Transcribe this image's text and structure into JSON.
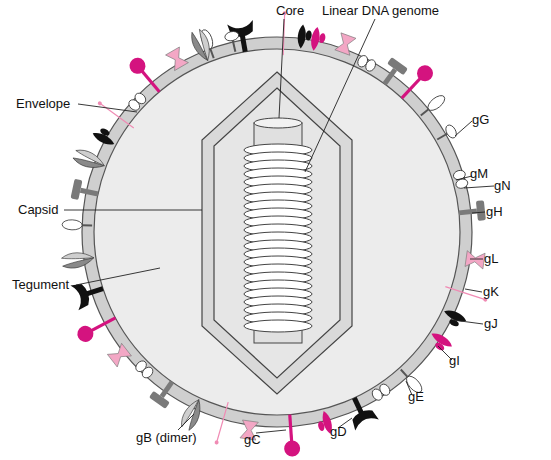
{
  "diagram": {
    "labels": [
      "Core",
      "Linear DNA genome",
      "gG",
      "Envelope",
      "gM",
      "gN",
      "gH",
      "Capsid",
      "gL",
      "Tegument",
      "gK",
      "gJ",
      "gI",
      "gE",
      "gB (dimer)",
      "gC",
      "gD"
    ]
  }
}
